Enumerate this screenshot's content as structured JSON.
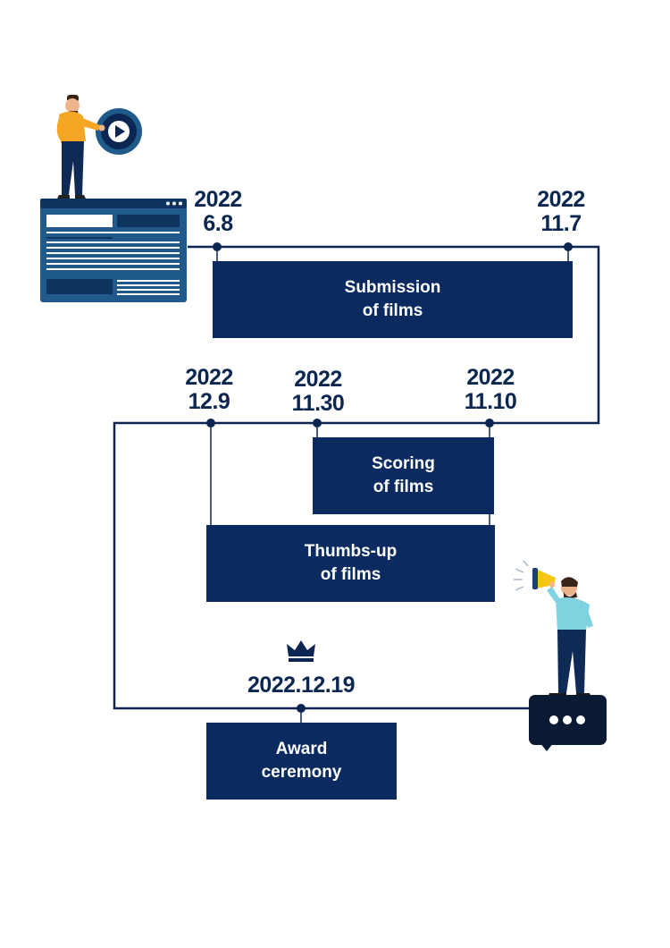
{
  "stages": [
    {
      "id": "submission",
      "line1": "Submission",
      "line2": "of films",
      "start": {
        "year": "2022",
        "day": "6.8"
      },
      "end": {
        "year": "2022",
        "day": "11.7"
      }
    },
    {
      "id": "scoring",
      "line1": "Scoring",
      "line2": "of films",
      "start": {
        "year": "2022",
        "day": "11.10"
      },
      "end": {
        "year": "2022",
        "day": "11.30"
      }
    },
    {
      "id": "thumbs",
      "line1": "Thumbs-up",
      "line2": "of films",
      "end": {
        "year": "2022",
        "day": "12.9"
      }
    },
    {
      "id": "award",
      "line1": "Award",
      "line2": "ceremony",
      "date": "2022.12.19"
    }
  ],
  "colors": {
    "navy": "#0b2b60",
    "line": "#0b2650",
    "window": "#1f5a8a",
    "shirt_orange": "#f5a623",
    "shirt_cyan": "#7fd3e0",
    "megaphone": "#f5c518"
  },
  "icons": [
    "browser-window-icon",
    "play-button-icon",
    "presenter-person-icon",
    "crown-icon",
    "megaphone-person-icon",
    "speech-bubble-icon"
  ]
}
